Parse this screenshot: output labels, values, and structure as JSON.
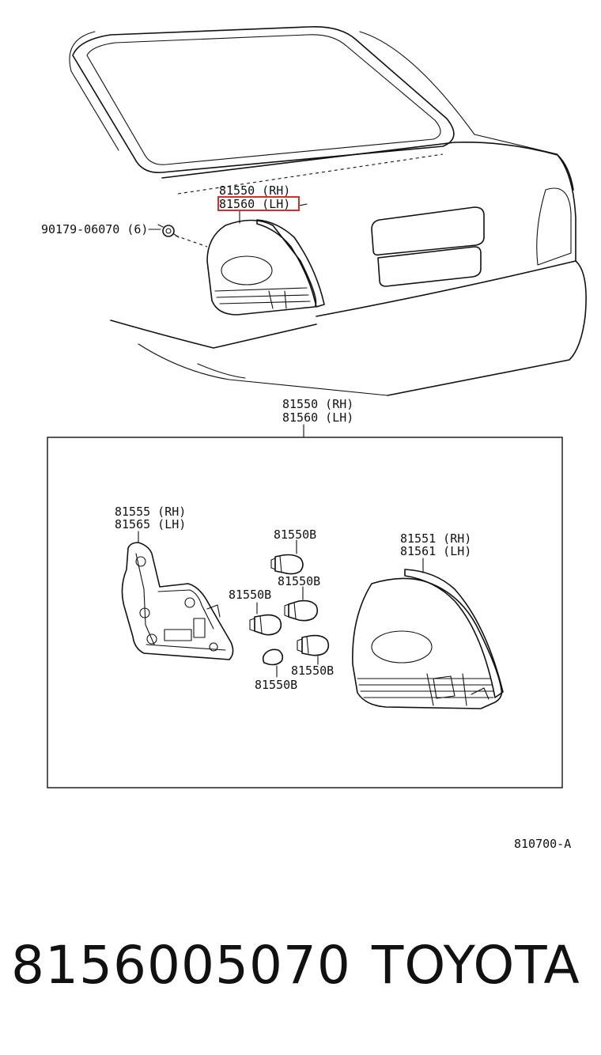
{
  "callouts": {
    "rh_top": "81550 (RH)",
    "lh_top": "81560 (LH)",
    "fastener": "90179-06070 (6)",
    "assy_rh": "81550 (RH)",
    "assy_lh": "81560 (LH)",
    "housing_rh": "81555 (RH)",
    "housing_lh": "81565 (LH)",
    "lens_rh": "81551 (RH)",
    "lens_lh": "81561 (LH)",
    "bulb": "81550B"
  },
  "figure_code": "810700-A",
  "footer": {
    "part_number": "8156005070",
    "brand": "TOYOTA"
  },
  "colors": {
    "highlight": "#d32f2f",
    "ink": "#111111"
  }
}
